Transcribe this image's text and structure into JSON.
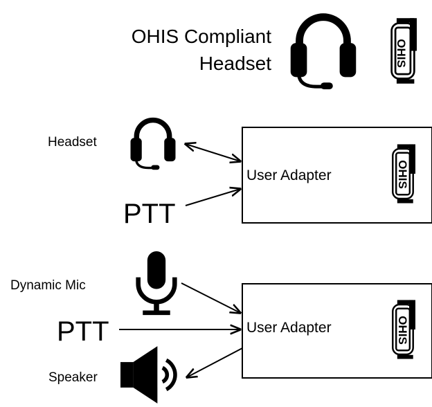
{
  "header": {
    "line1": "OHIS Compliant",
    "line2": "Headset"
  },
  "logo_text": "OHIS",
  "section_headset": {
    "device_label": "Headset",
    "ptt_label": "PTT",
    "adapter_label": "User Adapter"
  },
  "section_mic": {
    "mic_label": "Dynamic Mic",
    "ptt_label": "PTT",
    "speaker_label": "Speaker",
    "adapter_label": "User Adapter"
  },
  "icons": [
    "headset-icon",
    "microphone-icon",
    "speaker-icon",
    "ohis-logo-icon"
  ],
  "colors": {
    "ink": "#000000",
    "background": "#ffffff"
  }
}
